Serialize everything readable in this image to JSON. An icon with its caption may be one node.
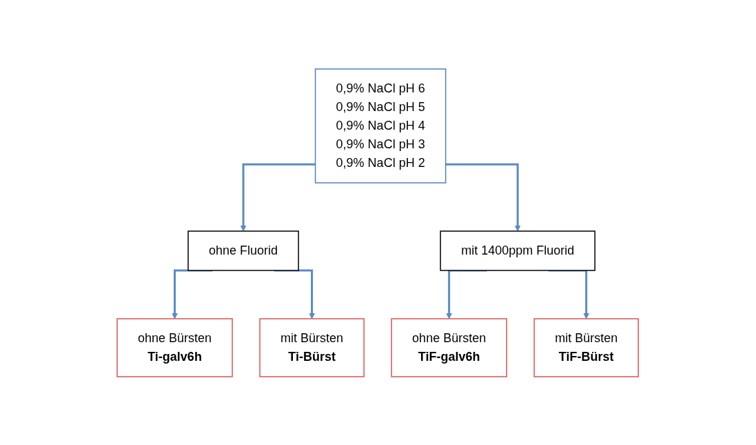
{
  "diagram": {
    "nodes": [
      {
        "text": [
          "0,9% NaCl pH 6",
          "0,9% NaCl pH 5",
          "0,9% NaCl pH 4",
          "0,9% NaCl pH 3",
          "0,9% NaCl pH 2"
        ]
      },
      {
        "text": [
          "ohne Fluorid"
        ]
      },
      {
        "text": [
          "mit 1400ppm Fluorid"
        ]
      },
      {
        "text": [
          "ohne Bürsten",
          "Ti-galv6h"
        ]
      },
      {
        "text": [
          "mit Bürsten",
          "Ti-Bürst"
        ]
      },
      {
        "text": [
          "ohne Bürsten",
          "TiF-galv6h"
        ]
      },
      {
        "text": [
          "mit Bürsten",
          "TiF-Bürst"
        ]
      }
    ],
    "edges": [
      {
        "from": 0,
        "to": 1,
        "arrow": "to"
      },
      {
        "from": 0,
        "to": 2,
        "arrow": "to"
      },
      {
        "from": 1,
        "to": 3,
        "arrow": "to"
      },
      {
        "from": 1,
        "to": 4,
        "arrow": "to"
      },
      {
        "from": 2,
        "to": 5,
        "arrow": "to"
      },
      {
        "from": 2,
        "to": 6,
        "arrow": "to"
      }
    ]
  }
}
